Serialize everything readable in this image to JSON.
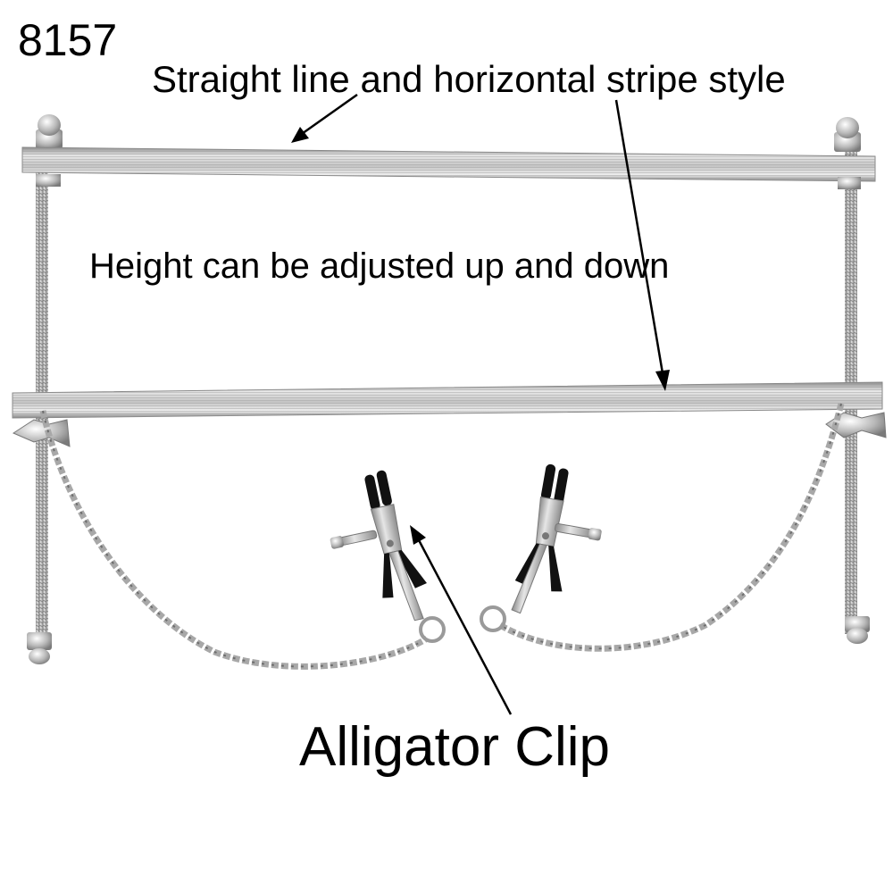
{
  "product_code": "8157",
  "annotations": {
    "stripe_style": "Straight line and horizontal stripe style",
    "height_adjust": "Height can be adjusted up and down",
    "clip": "Alligator Clip"
  },
  "colors": {
    "background": "#ffffff",
    "metal_light": "#e6e6e6",
    "metal_mid": "#bdbdbd",
    "metal_dark": "#8a8a8a",
    "rubber_tip": "#111111",
    "text": "#000000"
  },
  "icons": [
    "arrow-icon",
    "alligator-clip-icon",
    "chain-icon"
  ]
}
